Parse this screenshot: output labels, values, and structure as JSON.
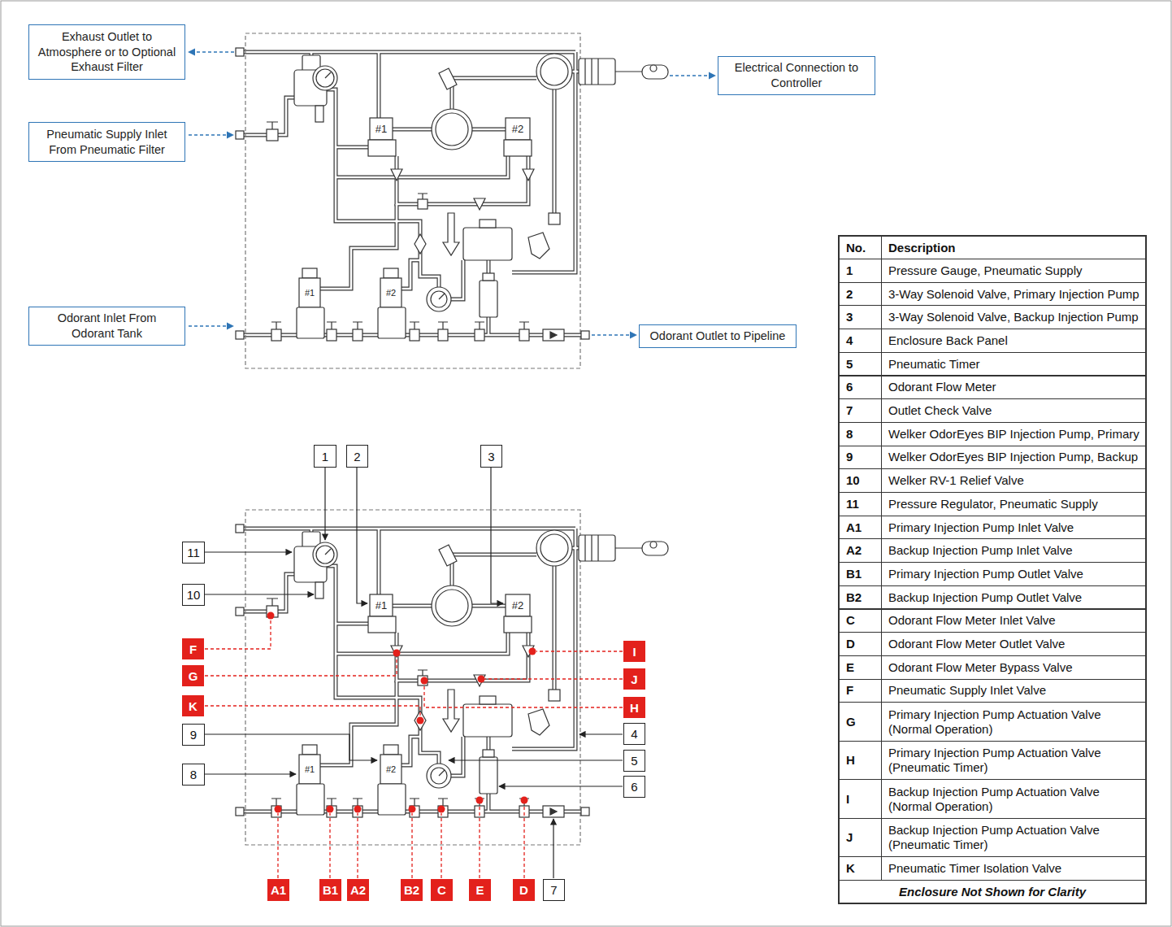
{
  "diagram": {
    "nodes": [
      {
        "text": [
          "Exhaust Outlet to Atmosphere or to Optional Exhaust Filter"
        ]
      },
      {
        "text": [
          "Electrical Connection to Controller"
        ]
      },
      {
        "text": [
          "Pneumatic Supply Inlet From Pneumatic Filter"
        ]
      },
      {
        "text": [
          "Odorant Inlet From Odorant Tank"
        ]
      },
      {
        "text": [
          "Odorant Outlet to Pipeline"
        ]
      },
      {
        "text": [
          "1"
        ]
      },
      {
        "text": [
          "2"
        ]
      },
      {
        "text": [
          "3"
        ]
      },
      {
        "text": [
          "11"
        ]
      },
      {
        "text": [
          "10"
        ]
      },
      {
        "text": [
          "F"
        ]
      },
      {
        "text": [
          "I"
        ]
      },
      {
        "text": [
          "G"
        ]
      },
      {
        "text": [
          "J"
        ]
      },
      {
        "text": [
          "K"
        ]
      },
      {
        "text": [
          "H"
        ]
      },
      {
        "text": [
          "9"
        ]
      },
      {
        "text": [
          "4"
        ]
      },
      {
        "text": [
          "8"
        ]
      },
      {
        "text": [
          "5"
        ]
      },
      {
        "text": [
          "6"
        ]
      },
      {
        "text": [
          "A1"
        ]
      },
      {
        "text": [
          "B1"
        ]
      },
      {
        "text": [
          "A2"
        ]
      },
      {
        "text": [
          "B2"
        ]
      },
      {
        "text": [
          "C"
        ]
      },
      {
        "text": [
          "E"
        ]
      },
      {
        "text": [
          "D"
        ]
      },
      {
        "text": [
          "7"
        ]
      }
    ],
    "labels": [
      "#1",
      "#2",
      "#1",
      "#2",
      "#1",
      "#2",
      "#1",
      "#2",
      "No.",
      "Description",
      "1",
      "Pressure Gauge, Pneumatic Supply",
      "2",
      "3-Way Solenoid Valve, Primary Injection Pump",
      "3",
      "3-Way Solenoid Valve, Backup Injection Pump",
      "4",
      "Enclosure Back Panel",
      "5",
      "Pneumatic Timer",
      "6",
      "Odorant Flow Meter",
      "7",
      "Outlet Check Valve",
      "8",
      "Welker OdorEyes BIP Injection Pump, Primary",
      "9",
      "Welker OdorEyes BIP Injection Pump, Backup",
      "10",
      "Welker RV-1 Relief Valve",
      "11",
      "Pressure Regulator, Pneumatic Supply",
      "A1",
      "Primary Injection Pump Inlet Valve",
      "A2",
      "Backup Injection Pump Inlet Valve",
      "B1",
      "Primary Injection Pump Outlet Valve",
      "B2",
      "Backup Injection Pump Outlet Valve",
      "C",
      "Odorant Flow Meter Inlet Valve",
      "D",
      "Odorant Flow Meter Outlet Valve",
      "E",
      "Odorant Flow Meter Bypass Valve",
      "F",
      "Pneumatic Supply Inlet Valve",
      "G",
      "Primary Injection Pump Actuation Valve (Normal Operation)",
      "H",
      "Primary Injection Pump Actuation Valve (Pneumatic Timer)",
      "I",
      "Backup Injection Pump Actuation Valve (Normal Operation)",
      "J",
      "Backup Injection Pump Actuation Valve (Pneumatic Timer)",
      "K",
      "Pneumatic Timer Isolation Valve",
      "Enclosure Not Shown for Clarity"
    ]
  }
}
